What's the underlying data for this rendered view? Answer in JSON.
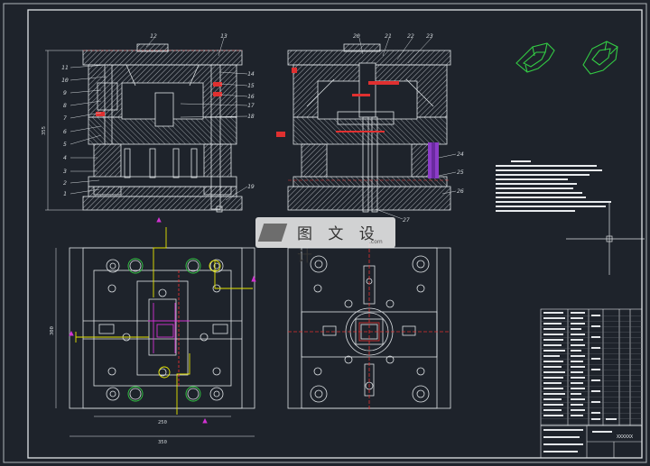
{
  "watermark": {
    "text": "图 文 设 计",
    "domain": ".com"
  },
  "front_view_labels": [
    "1",
    "2",
    "3",
    "4",
    "5",
    "6",
    "7",
    "8",
    "9",
    "10",
    "11",
    "12",
    "13",
    "14",
    "15",
    "16",
    "17",
    "18",
    "19"
  ],
  "side_view_labels": [
    "20",
    "21",
    "22",
    "23",
    "24",
    "25",
    "26",
    "27"
  ],
  "dimensions": {
    "front_height": "355",
    "plan_inner_width": "250",
    "plan_outer_width": "350",
    "plan_height": "300"
  },
  "title_block": {
    "drawing_no": "XXXXXX"
  },
  "colors": {
    "background": "#1e232b",
    "line": "#dfe3e6",
    "hatch": "#b9bec4",
    "red": "#e03030",
    "yellow": "#e6e600",
    "magenta": "#d232d2",
    "green": "#33cc44",
    "purple": "#8c3cc8"
  }
}
